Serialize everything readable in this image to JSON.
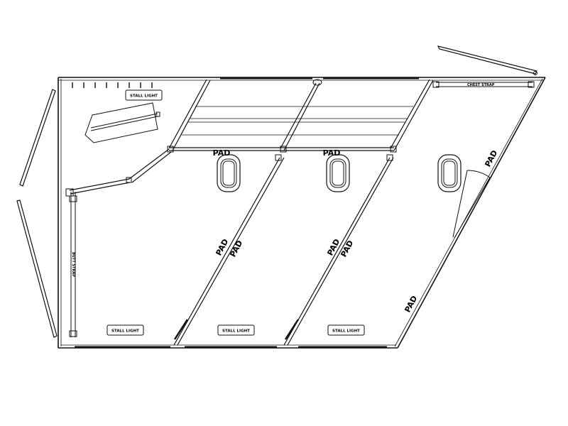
{
  "labels": {
    "stall_light": "STALL LIGHT",
    "pad": "PAD",
    "chest_strap": "CHEST STRAP",
    "butt_strap": "BUTT STRAP"
  },
  "colors": {
    "line": "#111111",
    "background": "#ffffff"
  }
}
